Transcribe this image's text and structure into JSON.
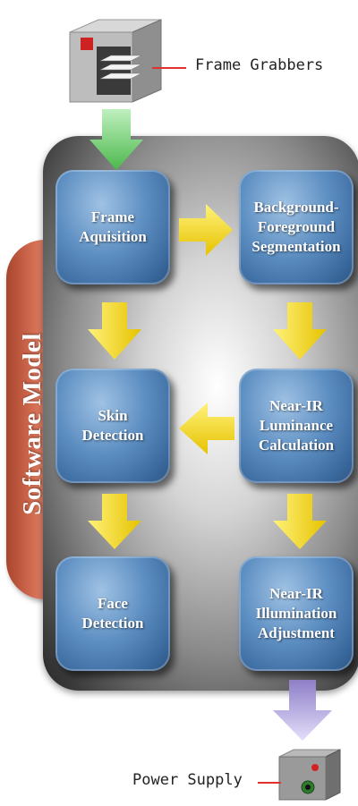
{
  "diagram": {
    "side_label": "Software Model",
    "frame_grabbers_label": "Frame Grabbers",
    "power_supply_label": "Power Supply",
    "steps": [
      {
        "id": "frame-aquisition",
        "text": "Frame\nAquisition"
      },
      {
        "id": "bg-fg-segmentation",
        "text": "Background-\nForeground\nSegmentation"
      },
      {
        "id": "skin-detection",
        "text": "Skin\nDetection"
      },
      {
        "id": "near-ir-luminance",
        "text": "Near-IR\nLuminance\nCalculation"
      },
      {
        "id": "face-detection",
        "text": "Face\nDetection"
      },
      {
        "id": "near-ir-illumination",
        "text": "Near-IR\nIllumination\nAdjustment"
      }
    ],
    "colors": {
      "box": "#4a7bb0",
      "flow_arrow": "#f2d21c",
      "input_arrow": "#5cc05c",
      "output_arrow": "#b7a8dd",
      "side_tab": "#d4694e",
      "callout_line": "#e03030"
    }
  }
}
